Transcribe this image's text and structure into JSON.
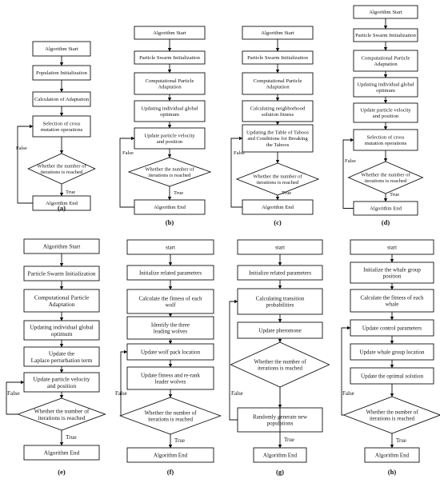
{
  "flowcharts": [
    {
      "id": "a",
      "caption": "(a)",
      "nodes": [
        "Algorithm Start",
        "Population Initialization",
        "Calculation of Adaptation",
        "Selection of cross mutation operations",
        "Whether the number of iterations is reached",
        "Algorithm End"
      ],
      "false_label": "False",
      "true_label": "True"
    },
    {
      "id": "b",
      "caption": "(b)",
      "nodes": [
        "Algorithm Start",
        "Particle Swarm Initialization",
        "Computational Particle Adaptation",
        "Updating individual global optimum",
        "Update particle velocity and position",
        "Whether the number of iterations is reached",
        "Algorithm End"
      ],
      "false_label": "False",
      "true_label": "True"
    },
    {
      "id": "c",
      "caption": "(c)",
      "nodes": [
        "Algorithm Start",
        "Particle Swarm Initialization",
        "Computational Particle Adaptation",
        "Calculating neighborhood solution fitness",
        "Updating the Table of Taboos and Conditions for Breaking the Taboos",
        "Whether the number of iterations is reached",
        "Algorithm End"
      ],
      "false_label": "False",
      "true_label": "True"
    },
    {
      "id": "d",
      "caption": "(d)",
      "nodes": [
        "Algorithm Start",
        "Particle Swarm Initialization",
        "Computational Particle Adaptation",
        "Updating individual global optimum",
        "Update particle velocity and position",
        "Selection of cross mutation operations",
        "Whether the number of iterations is reached",
        "Algorithm End"
      ],
      "false_label": "False",
      "true_label": "True"
    },
    {
      "id": "e",
      "caption": "(e)",
      "nodes": [
        "Algorithm Start",
        "Particle Swarm Initialization",
        "Computational Particle Adaptation",
        "Updating individual global optimum",
        "Update the Laplace perturbation term",
        "Update particle velocity and position",
        "Whether the number of iterations is reached",
        "Algorithm End"
      ],
      "false_label": "False",
      "true_label": "True"
    },
    {
      "id": "f",
      "caption": "(f)",
      "nodes": [
        "start",
        "Initialize related parameters",
        "Calculate the fitness of each wolf",
        "Identify the three leading wolves",
        "Update wolf pack location",
        "Update fitness and re-rank leader wolves",
        "Whether the number of iterations is reached",
        "Algorithm End"
      ],
      "false_label": "False",
      "true_label": "True"
    },
    {
      "id": "g",
      "caption": "(g)",
      "nodes": [
        "start",
        "Initialize related parameters",
        "Calculating transition probabilities",
        "Update pheromone",
        "Whether the number of iterations is reached",
        "Randomly generate new populations",
        "Algorithm End"
      ],
      "false_label": "False",
      "true_label": "True"
    },
    {
      "id": "h",
      "caption": "(h)",
      "nodes": [
        "start",
        "Initialize the whale group position",
        "Calculate the fitness of each whale",
        "Update control parameters",
        "Update whale group location",
        "Update the optimal solution",
        "Whether the number of iterations is reached",
        "Algorithm End"
      ],
      "false_label": "False",
      "true_label": "True"
    }
  ]
}
